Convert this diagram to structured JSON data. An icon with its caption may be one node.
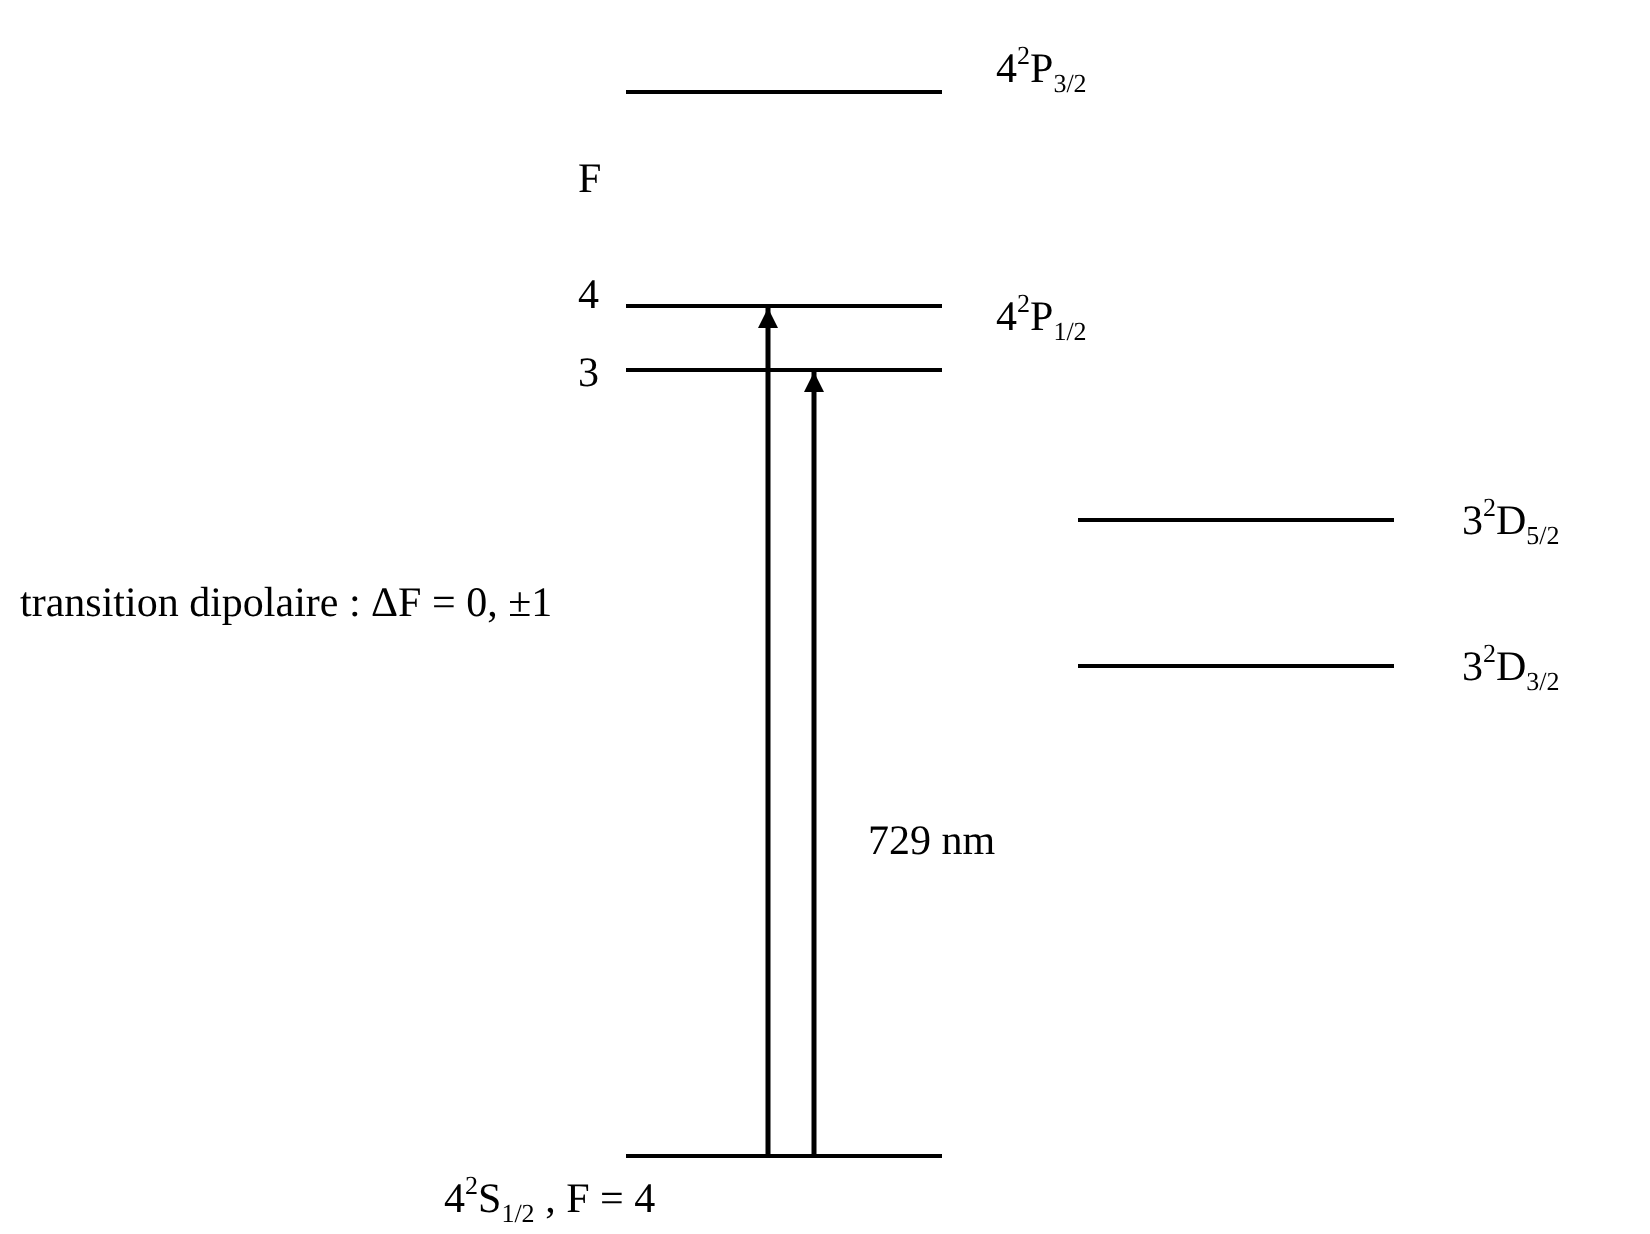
{
  "diagram": {
    "nodes": [
      {
        "text": [],
        "shape": "bar",
        "beside": [
          "4$^{2}$P$_{3/2}$"
        ]
      },
      {
        "text": [],
        "shape": "bar",
        "beside": [
          "4",
          "4$^{2}$P$_{1/2}$"
        ]
      },
      {
        "text": [],
        "shape": "bar",
        "beside": [
          "3"
        ]
      },
      {
        "text": [],
        "shape": "bar",
        "beside": [
          "3$^{2}$D$_{5/2}$"
        ]
      },
      {
        "text": [],
        "shape": "bar",
        "beside": [
          "3$^{2}$D$_{3/2}$"
        ]
      },
      {
        "text": [],
        "shape": "bar",
        "beside": [
          "4$^{2}$S$_{1/2}$ , F = 4"
        ]
      }
    ],
    "edges": [
      {
        "from": 5,
        "to": 1,
        "arrow": "to"
      },
      {
        "from": 5,
        "to": 2,
        "arrow": "to"
      }
    ],
    "labels": [
      "F",
      "transition dipolaire : ΔF = 0, ±1",
      "729 nm"
    ]
  }
}
